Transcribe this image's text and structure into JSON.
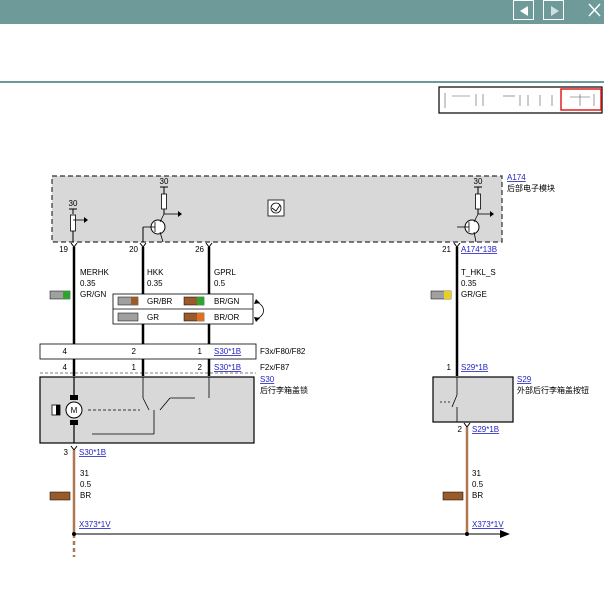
{
  "toolbar": {
    "prev_icon": "triangle-left-icon",
    "next_icon": "triangle-right-icon",
    "close_icon": "close-icon"
  },
  "colors": {
    "header": "#6e9a9a",
    "module_fill": "#d8d8d8",
    "link": "#1f1fbf",
    "brown_wire": "#b07850",
    "minimap_highlight": "#e02020"
  },
  "module_a174": {
    "ref": "A174",
    "name": "后部电子模块",
    "pin_ref": "A174*13B",
    "supply_left": "30",
    "supply_mid": "30",
    "supply_right": "30"
  },
  "wires": {
    "merhk": {
      "pin": "19",
      "signal": "MERHK",
      "gauge": "0.35",
      "color": "GR/GN"
    },
    "hkk": {
      "pin": "20",
      "signal": "HKK",
      "gauge": "0.35"
    },
    "gprl": {
      "pin": "26",
      "signal": "GPRL",
      "gauge": "0.5"
    },
    "thkl": {
      "pin": "21",
      "signal": "T_HKL_S",
      "gauge": "0.35",
      "color": "GR/GE"
    }
  },
  "variants": {
    "row1": {
      "left": "GR/BR",
      "right": "BR/GN"
    },
    "row2": {
      "left": "GR",
      "right": "BR/OR"
    }
  },
  "connector_strip": {
    "pins_top": [
      "4",
      "2",
      "1"
    ],
    "ref_top": "S30*1B",
    "models_top": "F3x/F80/F82",
    "pins_bottom": [
      "4",
      "1",
      "2"
    ],
    "ref_bottom": "S30*1B",
    "models_bottom": "F2x/F87"
  },
  "lock_s30": {
    "ref": "S30",
    "name": "后行李箱盖锁",
    "pin3": "3",
    "pin3_ref": "S30*1B"
  },
  "button_s29": {
    "ref": "S29",
    "name": "外部后行李箱盖按钮",
    "pin1": "1",
    "pin1_ref": "S29*1B",
    "pin2": "2",
    "pin2_ref": "S29*1B"
  },
  "ground": {
    "left": {
      "signal": "31",
      "gauge": "0.5",
      "color": "BR",
      "ref": "X373*1V"
    },
    "right": {
      "signal": "31",
      "gauge": "0.5",
      "color": "BR",
      "ref": "X373*1V"
    }
  },
  "motor_label": "M"
}
